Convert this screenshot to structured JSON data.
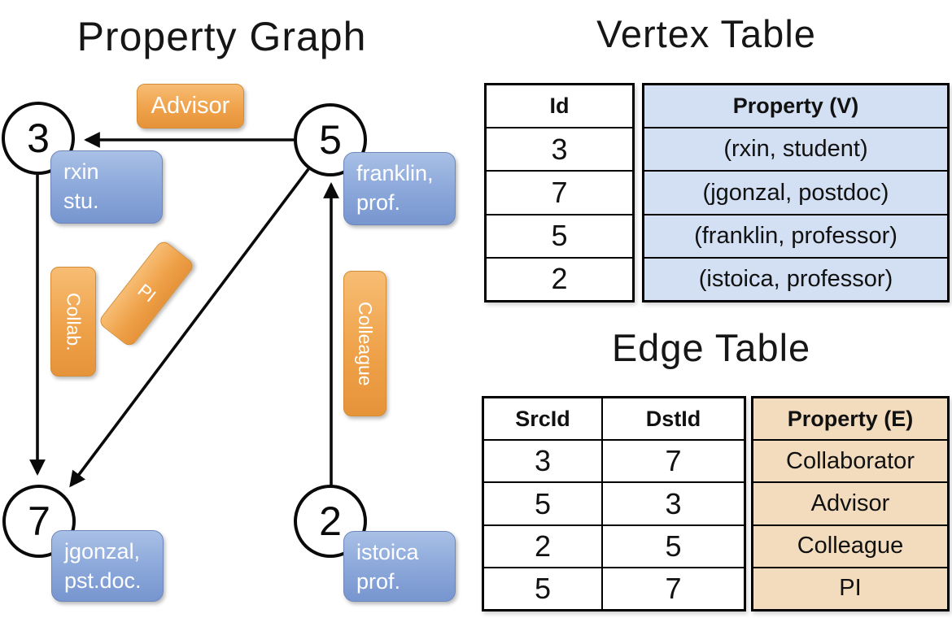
{
  "colors": {
    "edge_label_orange": "#efa24a",
    "vertex_box_blue": "#8fabdc",
    "vertex_table_fill": "#d3dff2",
    "edge_table_fill": "#f2dcbd",
    "line_black": "#000000"
  },
  "graph": {
    "title": "Property Graph",
    "vertices": [
      {
        "id": "3",
        "prop_line1": "rxin",
        "prop_line2": "stu."
      },
      {
        "id": "5",
        "prop_line1": "franklin,",
        "prop_line2": "prof."
      },
      {
        "id": "7",
        "prop_line1": "jgonzal,",
        "prop_line2": "pst.doc."
      },
      {
        "id": "2",
        "prop_line1": "istoica",
        "prop_line2": "prof."
      }
    ],
    "edge_labels": {
      "advisor": "Advisor",
      "collab": "Collab.",
      "pi": "PI",
      "colleague": "Colleague"
    }
  },
  "vertex_table": {
    "title": "Vertex Table",
    "headers": {
      "id": "Id",
      "property": "Property (V)"
    },
    "rows": [
      {
        "id": "3",
        "property": "(rxin, student)"
      },
      {
        "id": "7",
        "property": "(jgonzal, postdoc)"
      },
      {
        "id": "5",
        "property": "(franklin, professor)"
      },
      {
        "id": "2",
        "property": "(istoica, professor)"
      }
    ]
  },
  "edge_table": {
    "title": "Edge Table",
    "headers": {
      "src": "SrcId",
      "dst": "DstId",
      "property": "Property (E)"
    },
    "rows": [
      {
        "src": "3",
        "dst": "7",
        "property": "Collaborator"
      },
      {
        "src": "5",
        "dst": "3",
        "property": "Advisor"
      },
      {
        "src": "2",
        "dst": "5",
        "property": "Colleague"
      },
      {
        "src": "5",
        "dst": "7",
        "property": "PI"
      }
    ]
  }
}
